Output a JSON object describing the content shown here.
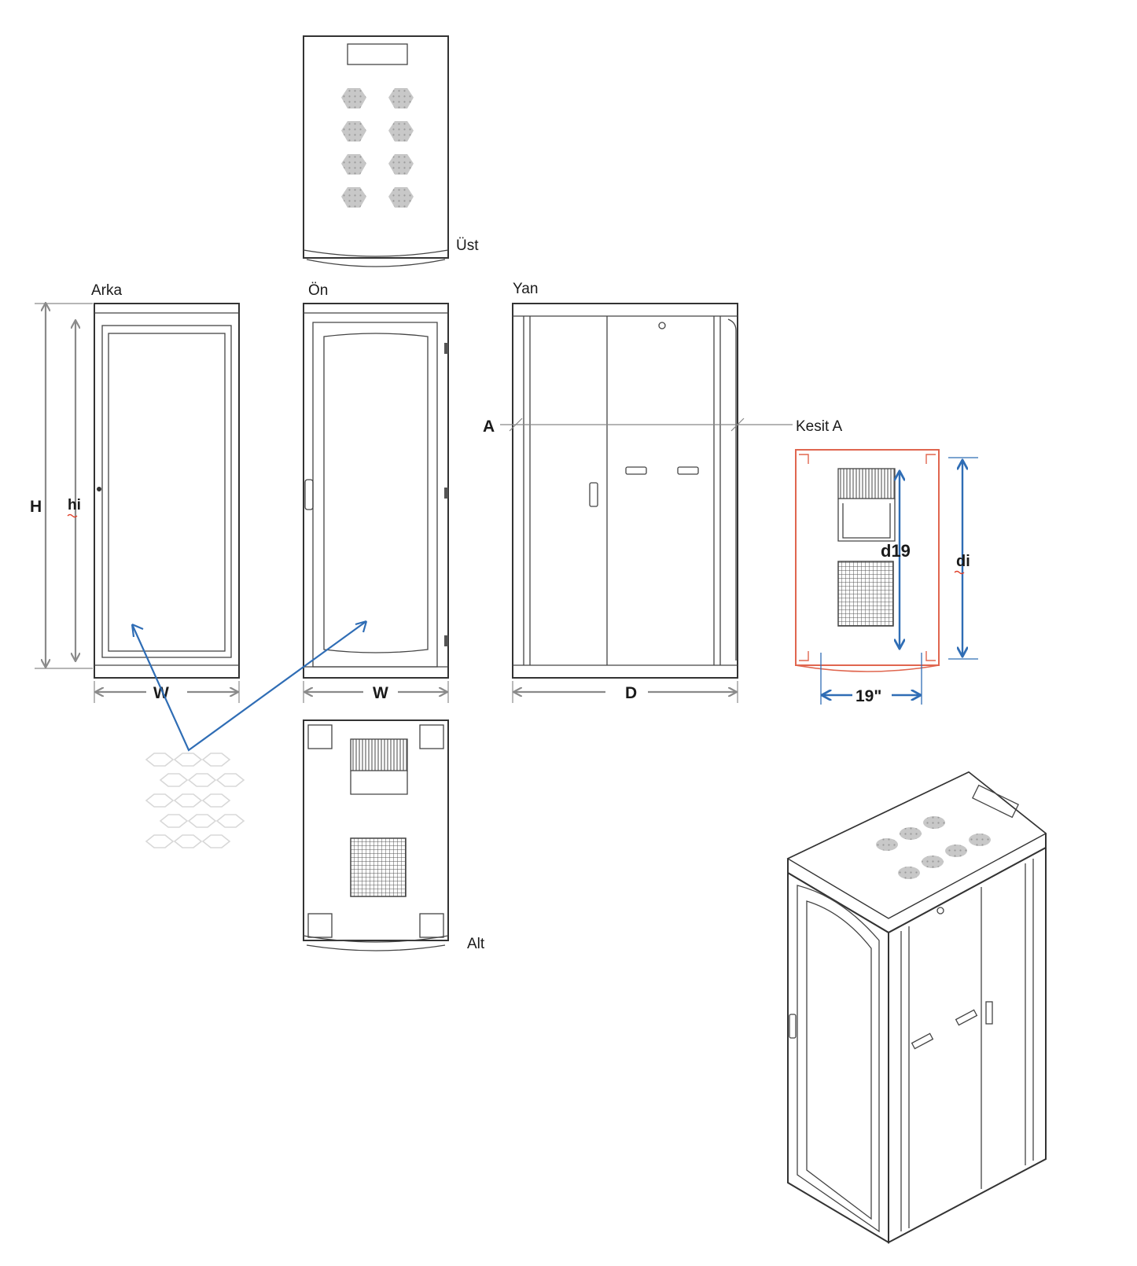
{
  "views": {
    "top": "Üst",
    "back": "Arka",
    "front": "Ön",
    "side": "Yan",
    "bottom": "Alt"
  },
  "dimensions": {
    "height": "H",
    "inner_height": "hi",
    "width_back": "W",
    "width_front": "W",
    "depth": "D",
    "depth_19": "d19",
    "inner_depth": "di",
    "rack_width": "19\""
  },
  "section": {
    "marker": "A",
    "label": "Kesit  A"
  },
  "colors": {
    "outline": "#333333",
    "dimension_gray": "#8a8a8a",
    "dimension_blue": "#2f6db5",
    "section_red": "#e0664f",
    "vent_gray": "#bdbdbd"
  }
}
